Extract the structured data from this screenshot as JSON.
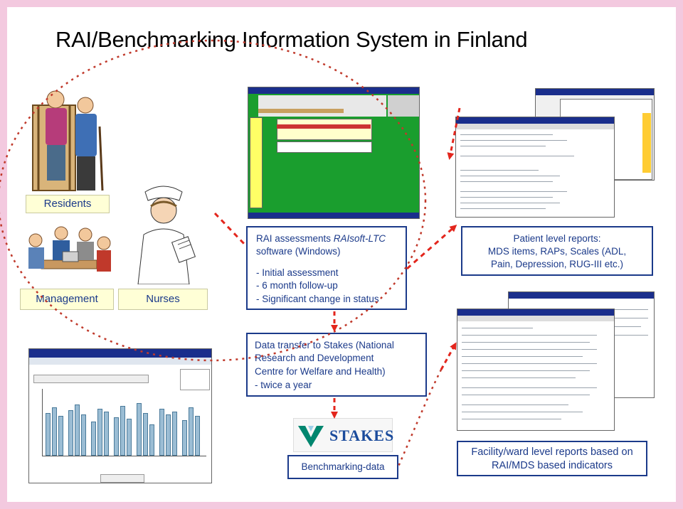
{
  "title": "RAI/Benchmarking Information System in Finland",
  "roles": {
    "residents": "Residents",
    "management": "Management",
    "nurses": "Nurses"
  },
  "rai_box": {
    "line1_prefix": "RAI assessments ",
    "line1_italic": "RAIsoft-LTC",
    "line2": "software (Windows)",
    "items": [
      "- Initial assessment",
      "- 6 month follow-up",
      "- Significant change in status"
    ]
  },
  "patient_box": {
    "lines": [
      "Patient level reports:",
      "MDS items, RAPs, Scales (ADL,",
      "Pain, Depression, RUG-III etc.)"
    ]
  },
  "transfer_box": {
    "lines": [
      "Data transfer to Stakes (National",
      "Research and Development",
      "Centre for Welfare and Health)",
      "- twice a year"
    ]
  },
  "stakes": {
    "logo_text": "STAKES",
    "caption": "Benchmarking-data"
  },
  "facility_box": {
    "lines": [
      "Facility/ward level reports based on",
      "RAI/MDS based indicators"
    ]
  },
  "colors": {
    "frame": "#f3c9df",
    "box_border": "#1b3a8a",
    "text": "#1b3a8a",
    "arrow_red": "#e3261d",
    "role_bg": "#ffffd6",
    "stakes_green": "#00866f"
  },
  "icons": [
    "elderly-residents-illustration",
    "management-meeting-illustration",
    "nurse-illustration",
    "stakes-logo-icon"
  ]
}
